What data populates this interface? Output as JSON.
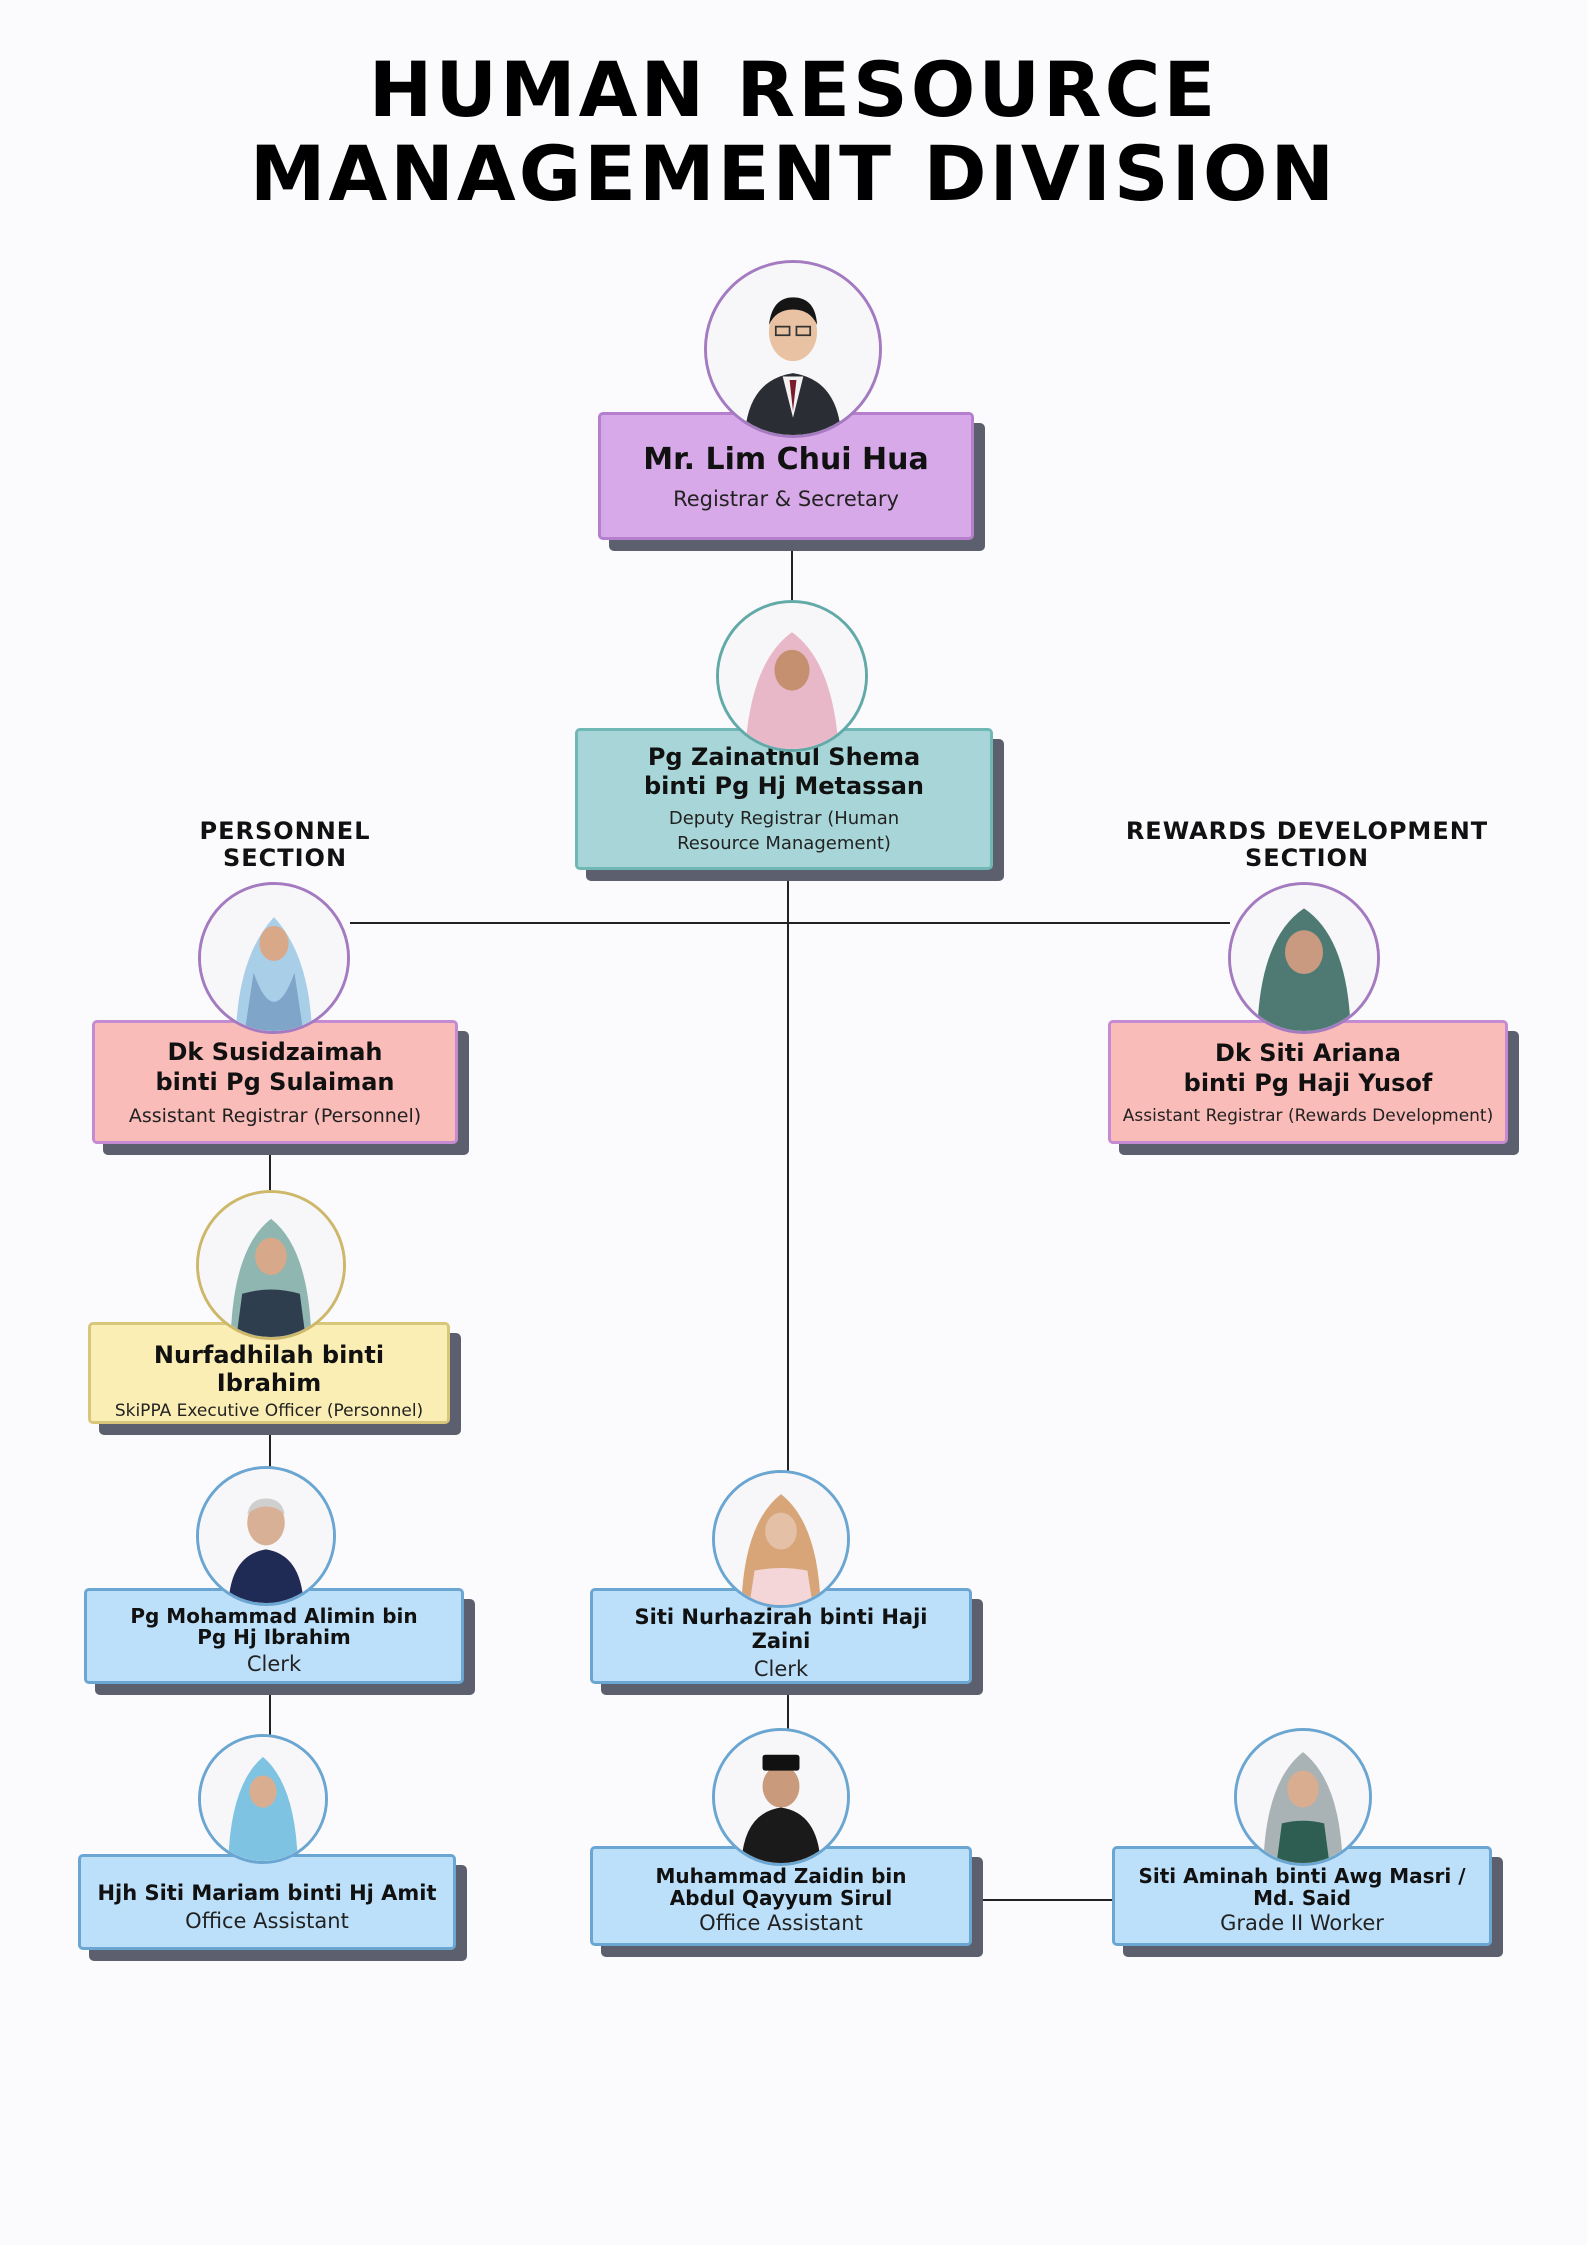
{
  "title": {
    "line1": "HUMAN RESOURCE",
    "line2": "MANAGEMENT DIVISION"
  },
  "sections": {
    "personnel": {
      "line1": "PERSONNEL",
      "line2": "SECTION"
    },
    "rewards": {
      "line1": "REWARDS DEVELOPMENT",
      "line2": "SECTION"
    }
  },
  "colors": {
    "registrar": "#d8a9e8",
    "deputy": "#a8d6d8",
    "assistant_registrar": "#f9bcb9",
    "executive": "#fbeeb4",
    "staff": "#bde0fa",
    "shadow": "#5c5f6d"
  },
  "people": {
    "registrar": {
      "name": "Mr. Lim Chui Hua",
      "role": "Registrar & Secretary"
    },
    "deputy": {
      "name1": "Pg Zainathul Shema",
      "name2": "binti Pg Hj Metassan",
      "role1": "Deputy Registrar (Human",
      "role2": "Resource Management)"
    },
    "ar_personnel": {
      "name1": "Dk Susidzaimah",
      "name2": "binti Pg Sulaiman",
      "role": "Assistant Registrar (Personnel)"
    },
    "ar_rewards": {
      "name1": "Dk Siti Ariana",
      "name2": "binti Pg Haji Yusof",
      "role": "Assistant Registrar (Rewards Development)"
    },
    "executive": {
      "name": "Nurfadhilah binti Ibrahim",
      "role": "SkiPPA Executive Officer (Personnel)"
    },
    "clerk_1": {
      "name1": "Pg Mohammad Alimin bin",
      "name2": "Pg Hj Ibrahim",
      "role": "Clerk"
    },
    "clerk_2": {
      "name": "Siti Nurhazirah binti Haji Zaini",
      "role": "Clerk"
    },
    "office_assistant_1": {
      "name": "Hjh Siti Mariam binti Hj Amit",
      "role": "Office Assistant"
    },
    "office_assistant_2": {
      "name1": "Muhammad Zaidin bin",
      "name2": "Abdul Qayyum Sirul",
      "role": "Office Assistant"
    },
    "grade_worker": {
      "name1": "Siti Aminah binti Awg Masri /",
      "name2": "Md. Said",
      "role": "Grade II Worker"
    }
  }
}
